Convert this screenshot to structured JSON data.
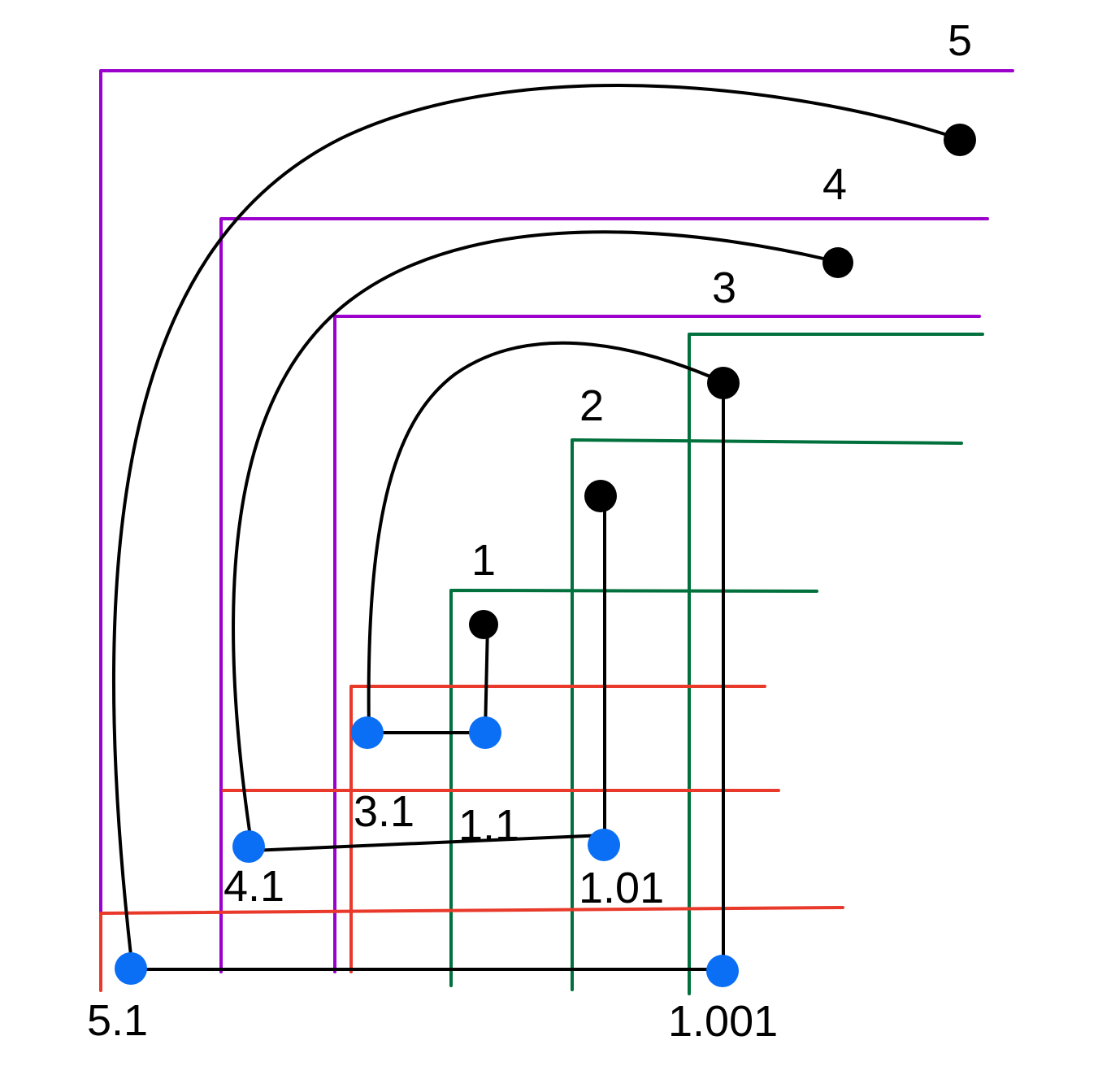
{
  "colors": {
    "purple": "#9b00cc",
    "green": "#00703c",
    "red": "#e8392a",
    "blue_node": "#0a6ff5",
    "black_node": "#000000",
    "wire": "#000000"
  },
  "top_labels": [
    "5",
    "4",
    "3",
    "2",
    "1"
  ],
  "bottom_labels": [
    "5.1",
    "4.1",
    "3.1",
    "1.1",
    "1.01",
    "1.001"
  ]
}
